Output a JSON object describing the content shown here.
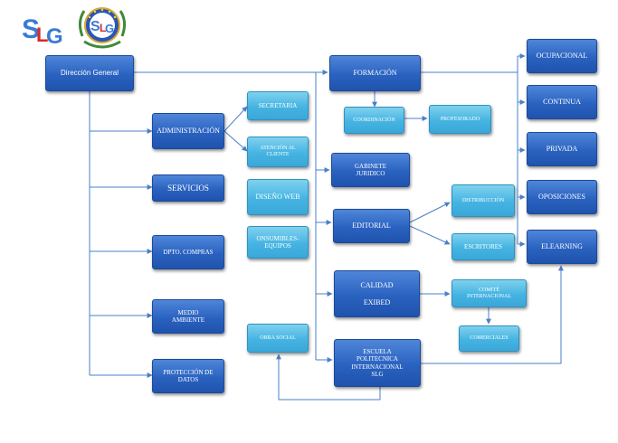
{
  "logos": {
    "slg_text": "SLG"
  },
  "colors": {
    "dark_node": "#2a62c0",
    "light_node": "#45b4e2",
    "connector": "#4a7fc9",
    "logo_red": "#d62a2a",
    "logo_blue": "#3a7bd5"
  },
  "nodes": {
    "direccion_general": "Dirección General",
    "administracion": "ADMINISTRACIÓN",
    "secretaria": "SECRETARIA",
    "atencion_cliente": "ATENCIÓN AL\nCLIENTE",
    "servicios": "SERVICIOS",
    "diseno_web": "DISEÑO WEB",
    "consumibles": "ONSUMIBLES-\nEQUIPOS",
    "dpto_compras": "DPTO. COMPRAS",
    "medio_ambiente": "MEDIO\nAMBIENTE",
    "proteccion_datos": "PROTECCIÓN DE\nDATOS",
    "obra_social": "OBRA SOCIAL",
    "formacion": "FORMACIÓN",
    "coordinacion": "COORDINACIÓN",
    "profesorado": "PROFESORADO",
    "gabinete_juridico": "GABINETE\nJURIDICO",
    "editorial": "EDITORIAL",
    "distribucion": "DISTRIBUCCIÓN",
    "escritores": "ESCRITORES",
    "calidad": "CALIDAD\n\nEXIBED",
    "comite": "COMITÉ\nINTERNACIONAL",
    "comerciales": "COMERCIALES",
    "escuela": "ESCUELA\nPOLITECNICA\nINTERNACIONAL\nSLG",
    "ocupacional": "OCUPACIONAL",
    "continua": "CONTINUA",
    "privada": "PRIVADA",
    "oposiciones": "OPOSICIONES",
    "elearning": "ELEARNING"
  }
}
